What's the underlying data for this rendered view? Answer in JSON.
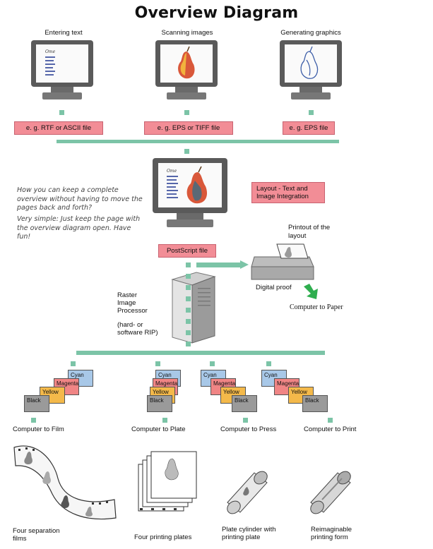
{
  "title": "Overview Diagram",
  "sources": {
    "entering_text": "Entering text",
    "scanning_images": "Scanning images",
    "generating_graphics": "Generating graphics"
  },
  "files": {
    "rtf_ascii": "e. g. RTF or ASCII file",
    "eps_tiff": "e. g. EPS or TIFF file",
    "eps": "e. g. EPS file",
    "postscript": "PostScript file"
  },
  "screen_label": "Ome",
  "layout_label": "Layout - Text and Image Integration",
  "tip": {
    "question": "How you can keep a complete overview without having to move the pages back and forth?",
    "answer": "Very simple: Just keep the page with the overview diagram open. Have fun!"
  },
  "printout": "Printout of the layout",
  "digital_proof": "Digital proof",
  "computer_to_paper": "Computer to Paper",
  "rip": {
    "line1": "Raster",
    "line2": "Image",
    "line3": "Processor",
    "note": "(hard- or software RIP)"
  },
  "separations": {
    "cyan": "Cyan",
    "magenta": "Magenta",
    "yellow": "Yellow",
    "black": "Black"
  },
  "outputs": {
    "film": "Computer to Film",
    "plate": "Computer to Plate",
    "press": "Computer to Press",
    "print": "Computer to Print"
  },
  "results": {
    "films": "Four separation films",
    "plates": "Four printing plates",
    "cylinder": "Plate cylinder with printing plate",
    "reimaginable": "Reimaginable printing form"
  },
  "colors": {
    "connector": "#7cc4a7",
    "file_box": "#f28d96",
    "cyan": "#a8c8e8",
    "magenta": "#f08585",
    "yellow": "#f4b94a",
    "black": "#9a9a9a",
    "arrow_green": "#2fae4f"
  },
  "icons": [
    "monitor-icon",
    "pear-icon",
    "rip-server-icon",
    "printer-icon",
    "arrow-icon",
    "film-strip-icon",
    "plate-stack-icon",
    "cylinder-icon"
  ]
}
